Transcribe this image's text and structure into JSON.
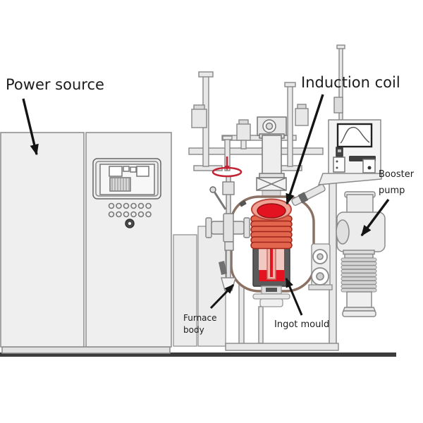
{
  "labels": {
    "power_source": {
      "text": "Power source"
    },
    "induction_coil": {
      "text": "Induction coil"
    },
    "booster_pump": {
      "line1": "Booster",
      "line2": "pump"
    },
    "furnace_body": {
      "line1": "Furnace",
      "line2": "body"
    },
    "ingot_mould": {
      "text": "Ingot mould"
    }
  },
  "colors": {
    "coil_red": "#e2654e",
    "coil_outline": "#9e2418",
    "molten_red": "#e41321",
    "crucible_rim": "#f0a193",
    "funnel_pink": "#f4b3a8",
    "mould_gray": "#5a5a5a",
    "vessel_outline": "#8a7163",
    "indicator_red": "#c32332",
    "cabinet_gray": "#efefef",
    "ground_dark": "#3b3b3b"
  }
}
